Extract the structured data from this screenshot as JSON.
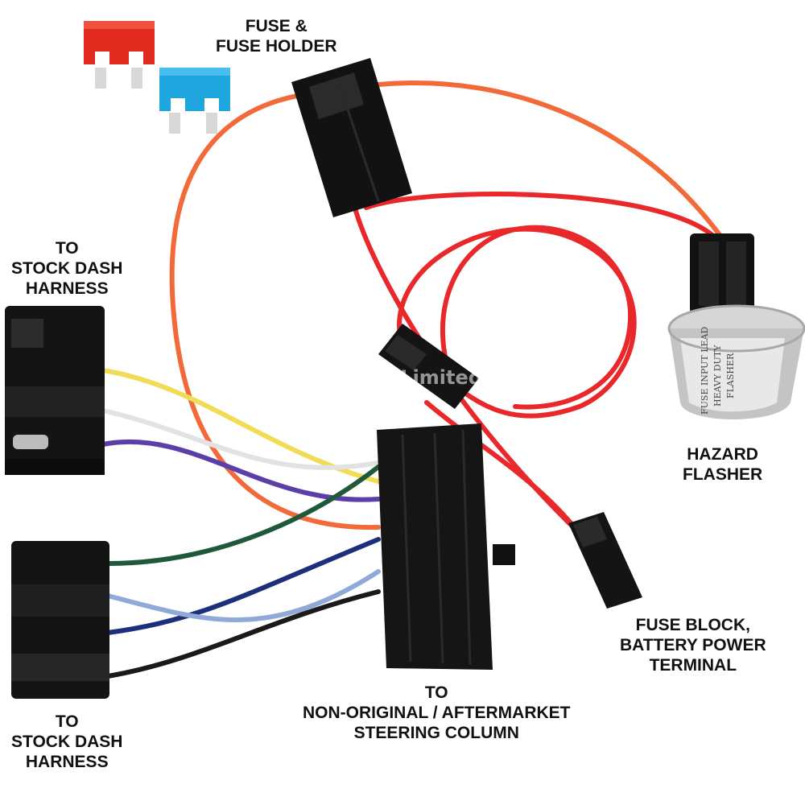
{
  "labels": {
    "fuse_holder": [
      "FUSE &",
      "FUSE HOLDER"
    ],
    "dash_harness_top": [
      "TO",
      "STOCK DASH",
      "HARNESS"
    ],
    "dash_harness_bottom": [
      "TO",
      "STOCK DASH",
      "HARNESS"
    ],
    "hazard_flasher": [
      "HAZARD",
      "FLASHER"
    ],
    "fuse_block": [
      "FUSE BLOCK,",
      "BATTERY POWER",
      "TERMINAL"
    ],
    "steering_column": [
      "TO",
      "NON-ORIGINAL / AFTERMARKET",
      "STEERING COLUMN"
    ]
  },
  "flasher_print": [
    "HEAVY DUTY",
    "FLASHER",
    "FUSE INPUT LEAD"
  ],
  "watermark": "© Lectric Limited",
  "colors": {
    "red_wire": "#e8282a",
    "orange_wire": "#f26a3a",
    "yellow_wire": "#f2dc55",
    "white_wire": "#e2e2e2",
    "purple_wire": "#5b3ea8",
    "green_wire": "#1e5a3a",
    "dark_blue_wire": "#1c2f7a",
    "light_blue_wire": "#8fa9d8",
    "black_wire": "#1a1a1a",
    "red_fuse": "#e22b1f",
    "blue_fuse": "#1fa6de",
    "connector": "#111111"
  }
}
